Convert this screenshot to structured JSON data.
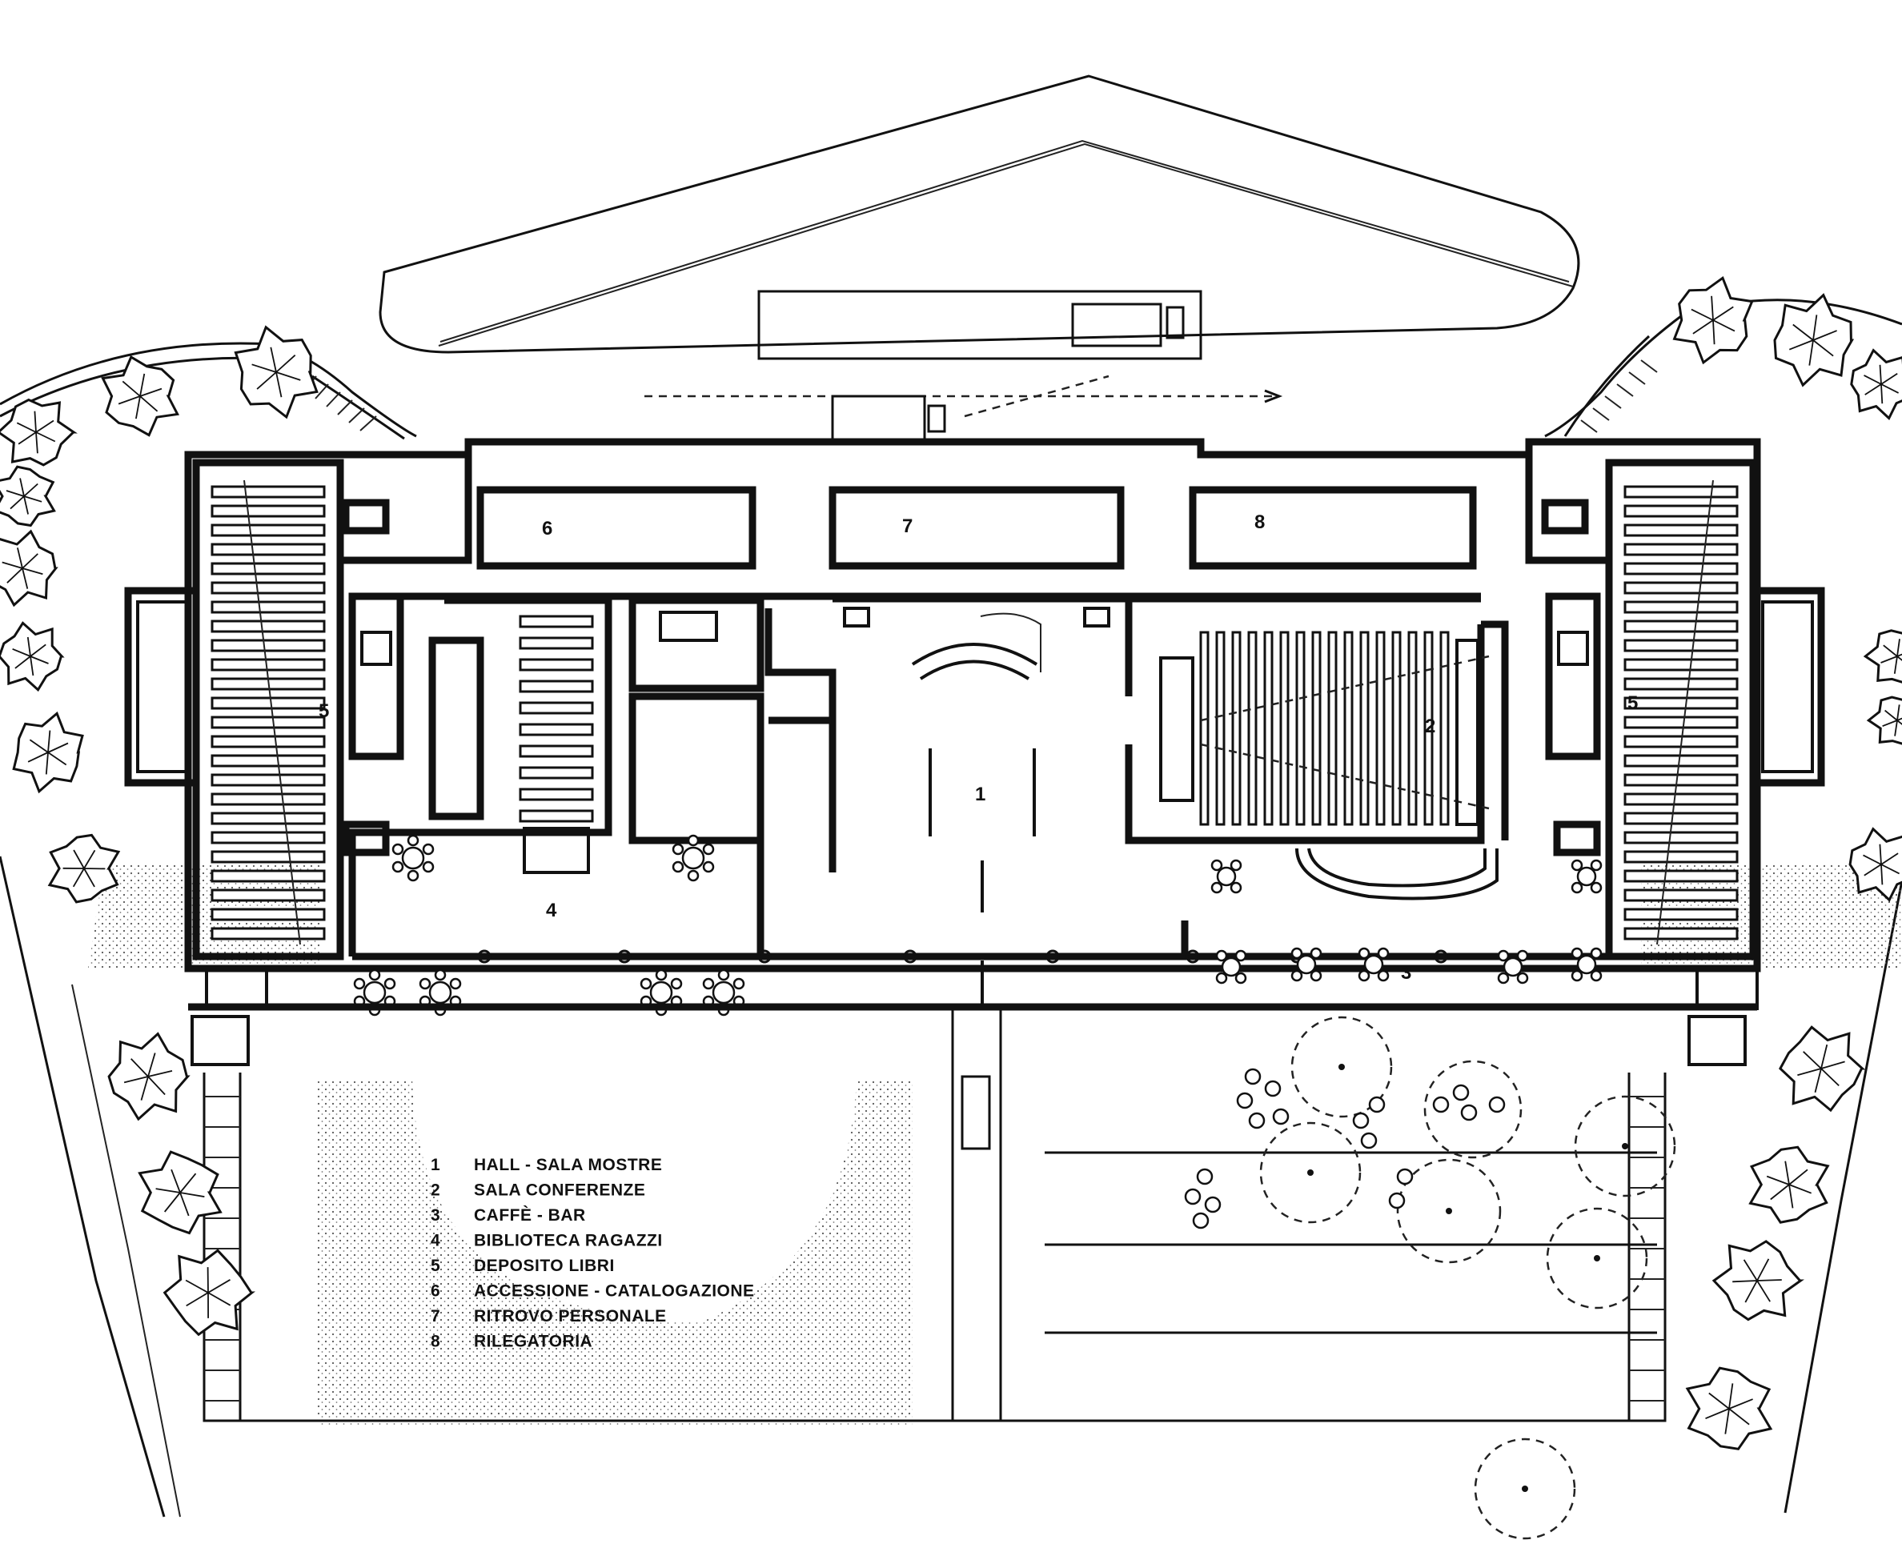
{
  "legend": {
    "items": [
      {
        "num": "1",
        "label": "HALL - SALA MOSTRE"
      },
      {
        "num": "2",
        "label": "SALA CONFERENZE"
      },
      {
        "num": "3",
        "label": "CAFFÈ - BAR"
      },
      {
        "num": "4",
        "label": "BIBLIOTECA RAGAZZI"
      },
      {
        "num": "5",
        "label": "DEPOSITO LIBRI"
      },
      {
        "num": "6",
        "label": "ACCESSIONE - CATALOGAZIONE"
      },
      {
        "num": "7",
        "label": "RITROVO PERSONALE"
      },
      {
        "num": "8",
        "label": "RILEGATORIA"
      }
    ]
  },
  "room_labels": {
    "r1": "1",
    "r2": "2",
    "r3": "3",
    "r4": "4",
    "r5_left": "5",
    "r5_right": "5",
    "r6": "6",
    "r7": "7",
    "r8": "8"
  }
}
